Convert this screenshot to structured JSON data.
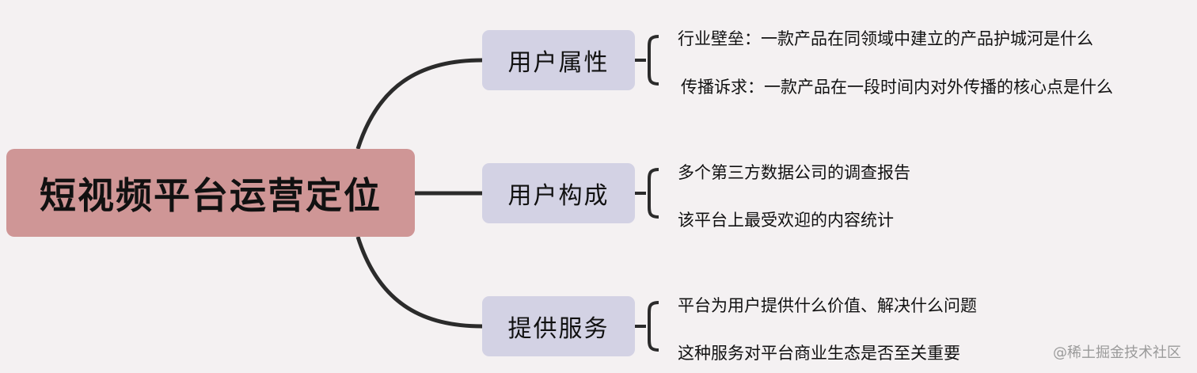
{
  "root": {
    "label": "短视频平台运营定位",
    "color": "#cf9696"
  },
  "branches": [
    {
      "label": "用户属性",
      "leaves": [
        "行业壁垒：一款产品在同领域中建立的产品护城河是什么",
        "传播诉求：一款产品在一段时间内对外传播的核心点是什么"
      ]
    },
    {
      "label": "用户构成",
      "leaves": [
        "多个第三方数据公司的调查报告",
        "该平台上最受欢迎的内容统计"
      ]
    },
    {
      "label": "提供服务",
      "leaves": [
        "平台为用户提供什么价值、解决什么问题",
        "这种服务对平台商业生态是否至关重要"
      ]
    }
  ],
  "colors": {
    "branch_fill": "#d3d2e4",
    "line": "#2b2b2b",
    "background": "#f4f1f2"
  },
  "watermark": "@稀土掘金技术社区"
}
